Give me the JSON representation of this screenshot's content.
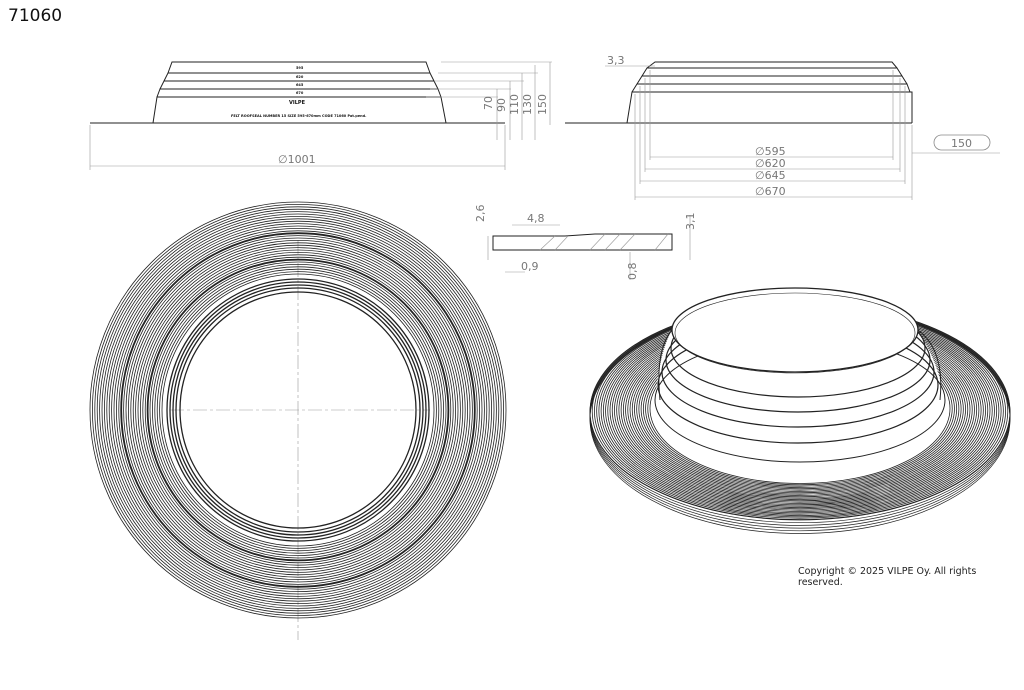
{
  "title": "71060",
  "copyright": "Copyright © 2025 VILPE Oy. All rights reserved.",
  "front_view": {
    "step_labels": [
      "595",
      "620",
      "645",
      "670"
    ],
    "brand": "VILPE",
    "body_text": "FELT ROOFSEAL   NUMBER 15   SIZE 595-670mm   CODE 71060   Pat.pend.",
    "heights": [
      "70",
      "90",
      "110",
      "130",
      "150"
    ],
    "diameter": "∅1001"
  },
  "side_view": {
    "wall": "3,3",
    "flange": "150",
    "diameters": [
      "∅595",
      "∅620",
      "∅645",
      "∅670"
    ]
  },
  "section_detail": {
    "dims": [
      "2,6",
      "4,8",
      "3,1",
      "0,9",
      "0,8"
    ]
  }
}
